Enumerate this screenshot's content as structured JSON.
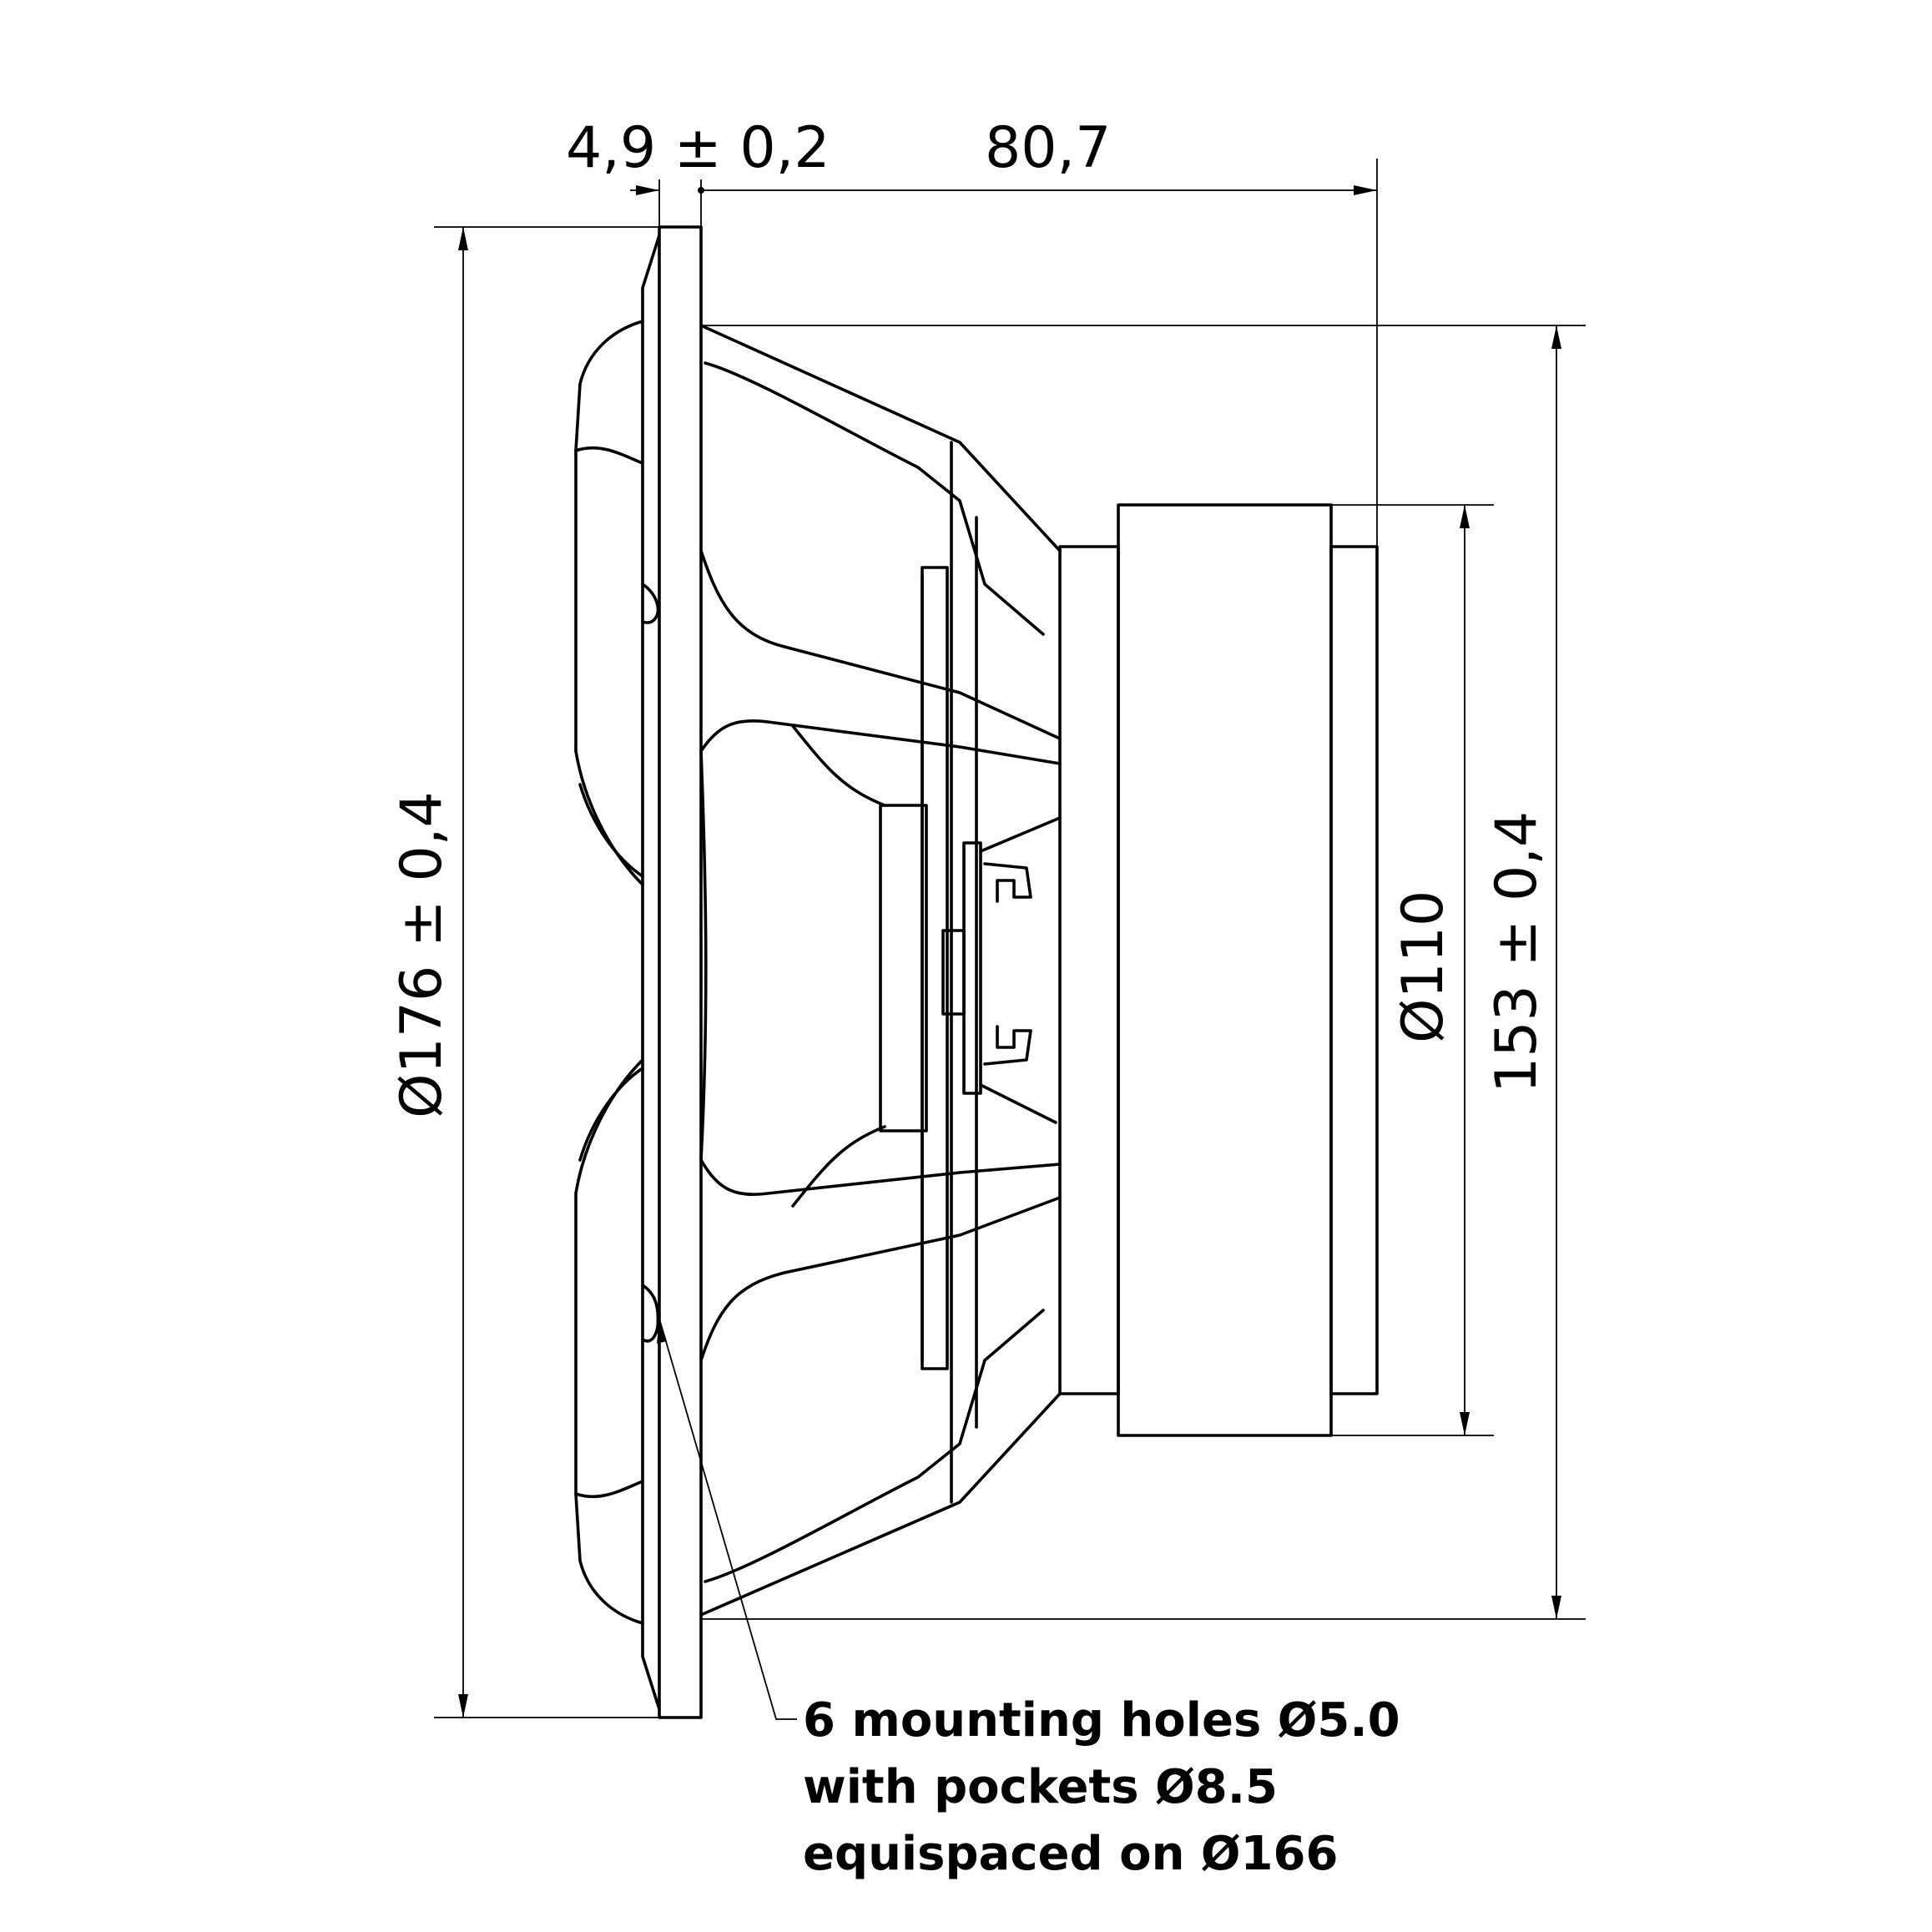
{
  "dimensions": {
    "flange_thickness": "4,9 ± 0,2",
    "mounting_depth": "80,7",
    "outer_diameter": "Ø176 ± 0,4",
    "magnet_diameter": "Ø110",
    "baffle_cutout": "153 ± 0,4"
  },
  "note": {
    "line1": "6 mounting holes Ø5.0",
    "line2": "with pockets Ø8.5",
    "line3": "equispaced on Ø166"
  }
}
